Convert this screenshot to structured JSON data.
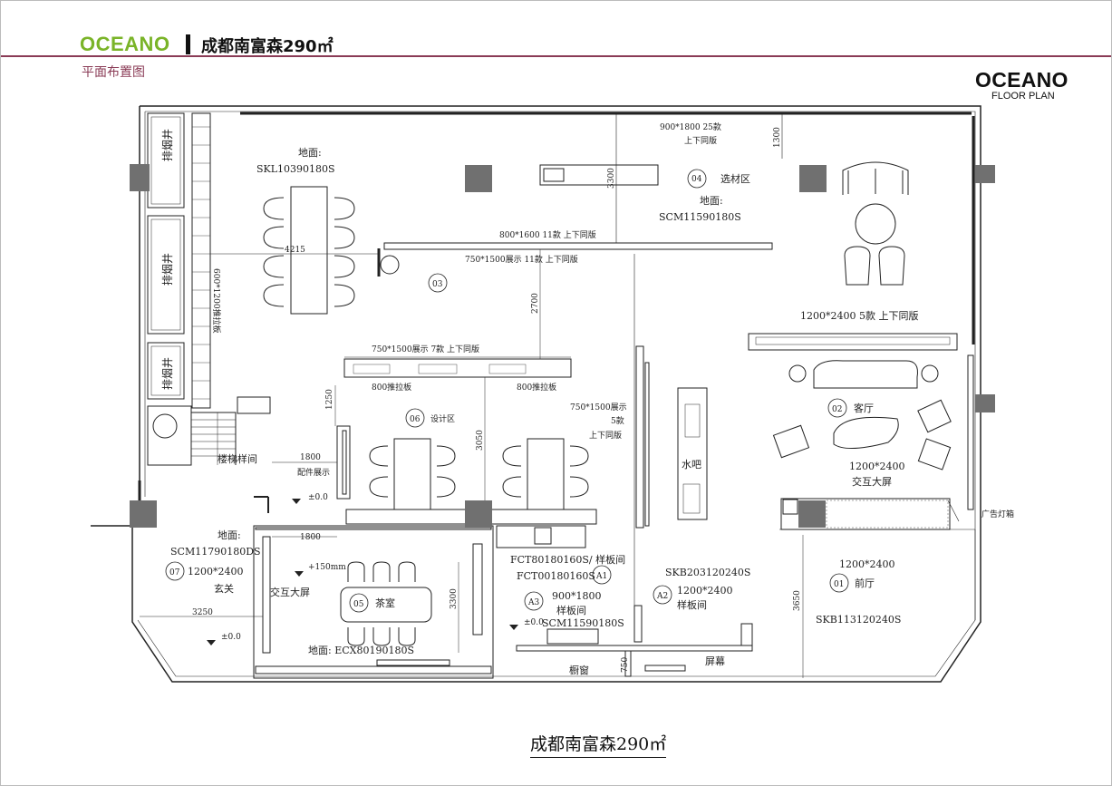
{
  "header": {
    "brand": "OCEANO",
    "title": "成都南富森290㎡",
    "subtitle": "平面布置图",
    "logo": "OCEANO",
    "logo_sub": "FLOOR PLAN"
  },
  "caption": "成都南富森290㎡",
  "rooms": {
    "flue1": "排烟井",
    "flue2": "排烟井",
    "flue3": "排烟井",
    "floor_label": "地面:",
    "floor_03": "SKL10390180S",
    "panel_600": "600*1200推拉板",
    "dim_4215": "4215",
    "panel_800_1600": "800*1600 11款 上下同版",
    "panel_750_top": "750*1500展示 11款 上下同版",
    "room_03": "03",
    "dim_3300_top": "3300",
    "dim_1300": "1300",
    "panel_900_1800": "900*1800 25款",
    "same_version": "上下同版",
    "room_04": "04",
    "room_04_name": "选材区",
    "floor_04_label": "地面:",
    "floor_04": "SCM11590180S",
    "dim_2700": "2700",
    "panel_1200_5": "1200*2400 5款 上下同版",
    "panel_750_7": "750*1500展示 7款 上下同版",
    "slide_800_a": "800推拉板",
    "slide_800_b": "800推拉板",
    "dim_1250": "1250",
    "room_06": "06",
    "room_06_name": "设计区",
    "dim_3050": "3050",
    "panel_750_5a": "750*1500展示",
    "panel_750_5b": "5款",
    "panel_750_5c": "上下同版",
    "bar_name": "水吧",
    "room_02": "02",
    "room_02_name": "客厅",
    "screen_a": "1200*2400",
    "screen_b": "交互大屏",
    "ad_lightbox": "广告灯箱",
    "stair_name": "楼梯样间",
    "dim_1800_a": "1800",
    "parts_display": "配件展示",
    "level_0_a": "±0.0",
    "floor_07_label": "地面:",
    "floor_07": "SCM11790180DS",
    "room_07": "07",
    "room_07_size": "1200*2400",
    "room_07_name": "玄关",
    "dim_1800_b": "1800",
    "level_150": "+150mm",
    "interactive_screen": "交互大屏",
    "room_05": "05",
    "room_05_name": "茶室",
    "dim_3300_bot": "3300",
    "dim_3250": "3250",
    "level_0_b": "±0.0",
    "floor_05": "地面: ECX80190180S",
    "fct_a": "FCT80180160S/ 样板间",
    "fct_b": "FCT00180160S",
    "tag_a1": "A1",
    "tag_a3": "A3",
    "a3_size": "900*1800",
    "a3_name": "样板间",
    "level_0_c": "±0.0",
    "scm_a3": "SCM11590180S",
    "skb_a2": "SKB203120240S",
    "tag_a2": "A2",
    "a2_size": "1200*2400",
    "a2_name": "样板间",
    "window_name": "橱窗",
    "dim_750": "750",
    "screen_name": "屏幕",
    "room_01_size": "1200*2400",
    "room_01": "01",
    "room_01_name": "前厅",
    "dim_3650": "3650",
    "skb_01": "SKB113120240S"
  },
  "colors": {
    "brand": "#7ab428",
    "rule": "#8a3b56",
    "column": "#707070",
    "wall": "#222222"
  }
}
